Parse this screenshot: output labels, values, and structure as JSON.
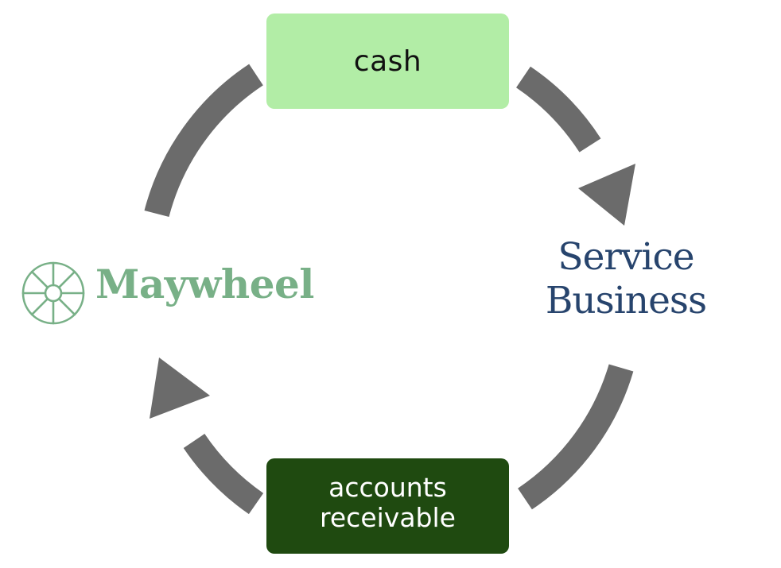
{
  "nodes": {
    "cash": {
      "label": "cash",
      "fill": "#b2eda6",
      "text_color": "#111111"
    },
    "accounts_receivable": {
      "line1": "accounts",
      "line2": "receivable",
      "fill": "#1f4a10",
      "text_color": "#ffffff"
    },
    "service_business": {
      "line1": "Service",
      "line2": "Business",
      "text_color": "#27446d"
    },
    "maywheel": {
      "wordmark": "Maywheel",
      "color": "#78b087"
    }
  },
  "edges": [
    {
      "from": "maywheel",
      "to": "cash"
    },
    {
      "from": "cash",
      "to": "service_business"
    },
    {
      "from": "service_business",
      "to": "accounts_receivable"
    },
    {
      "from": "accounts_receivable",
      "to": "maywheel"
    }
  ],
  "colors": {
    "arrow": "#6b6b6b",
    "background": "#ffffff"
  },
  "icons": {
    "logo": "wheel-logo-icon",
    "arrow": "curved-arrow-icon"
  }
}
